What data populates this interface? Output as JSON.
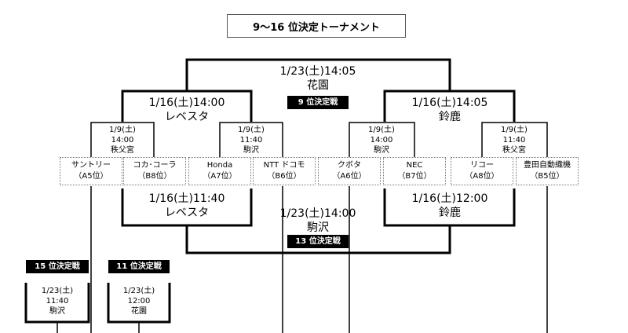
{
  "title": "9～16 位決定トーナメント",
  "final": {
    "date": "1/23(土)14:05",
    "venue": "花園",
    "label": "9 位決定戦"
  },
  "semi_left": {
    "date": "1/16(土)14:00",
    "venue": "レベスタ"
  },
  "semi_right": {
    "date": "1/16(土)14:05",
    "venue": "鈴鹿"
  },
  "qf": [
    {
      "date": "1/9(土)",
      "time": "14:00",
      "venue": "秩父宮"
    },
    {
      "date": "1/9(土)",
      "time": "11:40",
      "venue": "駒沢"
    },
    {
      "date": "1/9(土)",
      "time": "14:00",
      "venue": "駒沢"
    },
    {
      "date": "1/9(土)",
      "time": "11:40",
      "venue": "秩父宮"
    }
  ],
  "teams": [
    {
      "name": "サントリー",
      "seed": "（A5位）"
    },
    {
      "name": "コカ･コーラ",
      "seed": "（B8位）"
    },
    {
      "name": "Honda",
      "seed": "（A7位）"
    },
    {
      "name": "NTT ドコモ",
      "seed": "（B6位）"
    },
    {
      "name": "クボタ",
      "seed": "（A6位）"
    },
    {
      "name": "NEC",
      "seed": "（B7位）"
    },
    {
      "name": "リコー",
      "seed": "（A8位）"
    },
    {
      "name": "豊田自動織機",
      "seed": "（B5位）"
    }
  ],
  "loser_left": {
    "date": "1/16(土)11:40",
    "venue": "レベスタ"
  },
  "loser_right": {
    "date": "1/16(土)12:00",
    "venue": "鈴鹿"
  },
  "loser_final": {
    "date": "1/23(土)14:00",
    "venue": "駒沢",
    "label": "13 位決定戦"
  },
  "place15": {
    "label": "15 位決定戦",
    "date": "1/23(土)",
    "time": "11:40",
    "venue": "駒沢"
  },
  "place11": {
    "label": "11 位決定戦",
    "date": "1/23(土)",
    "time": "12:00",
    "venue": "花園"
  }
}
